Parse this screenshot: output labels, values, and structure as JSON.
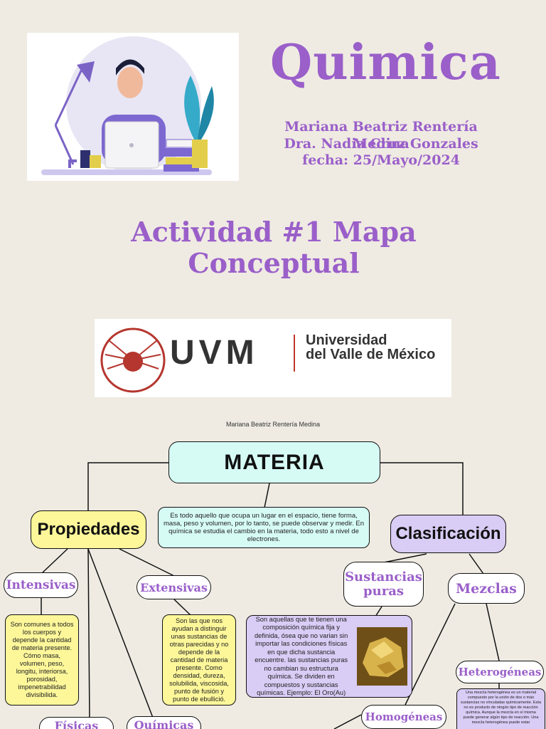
{
  "header": {
    "title": "Quimica",
    "author": "Mariana Beatriz Rentería Medina",
    "teacher": "Dra. Nadia Cruz Gonzales",
    "date": "fecha: 25/Mayo/2024"
  },
  "activity": {
    "line1": "Actividad #1 Mapa",
    "line2": "Conceptual"
  },
  "university": {
    "name_line1": "Universidad",
    "name_line2": "del Valle de México",
    "acronym": "UVM"
  },
  "map": {
    "author": "Mariana Beatriz Rentería Medina",
    "root": "MATERIA",
    "root_desc": "Es todo aquello que ocupa un lugar en el espacio, tiene forma, masa, peso y volumen, por lo tanto, se puede observar y medir. En química se estudia el cambio en la materia, todo esto a nivel de electrones.",
    "propiedades": "Propiedades",
    "clasificacion": "Clasificación",
    "intensivas": "Intensivas",
    "extensivas": "Extensivas",
    "intensivas_desc": "Son comunes a todos los cuerpos y depende la cantidad de materia presente. Cómo masa, volumen, peso, longitu, interiorsa, porosidad, impenetrabilidad divisibilida.",
    "extensivas_desc": "Son las que nos ayudan a distinguir unas sustancias de otras parecidas y no depende de la cantidad de materia presente. Como densidad, dureza, solubilida, viscosida, punto de fusión y punto de ebullició.",
    "sustancias": "Sustancias puras",
    "mezclas": "Mezclas",
    "sustancias_desc": "Son aquellas que te tienen una composición química fija y definida, ósea que no varian sin importar las condiciones físicas en que dicha sustancia encuentre. las sustancias puras no cambian su estructura química. Se dividen en compuestos y sustancias químicas. Ejemplo: El Oro(Au)",
    "heterogeneas": "Heterogéneas",
    "heterogeneas_desc": "Una mezcla heterogénea es un material compuesto por la unión de dos o más sustancias no vinculadas químicamente. Esta no es producto de ningún tipo de reacción química. Aunque la mezcla en sí misma puede generar algún tipo de reacción. Una mezcla heterogénea puede estar",
    "homogeneas": "Homogéneas",
    "fisicas": "Físicas",
    "quimicas": "Químicas"
  },
  "colors": {
    "purple": "#9a5fc9",
    "yellow": "#fdf79a",
    "mint": "#d6fbf5",
    "lavender": "#d9ccf5",
    "background": "#efebe3"
  }
}
